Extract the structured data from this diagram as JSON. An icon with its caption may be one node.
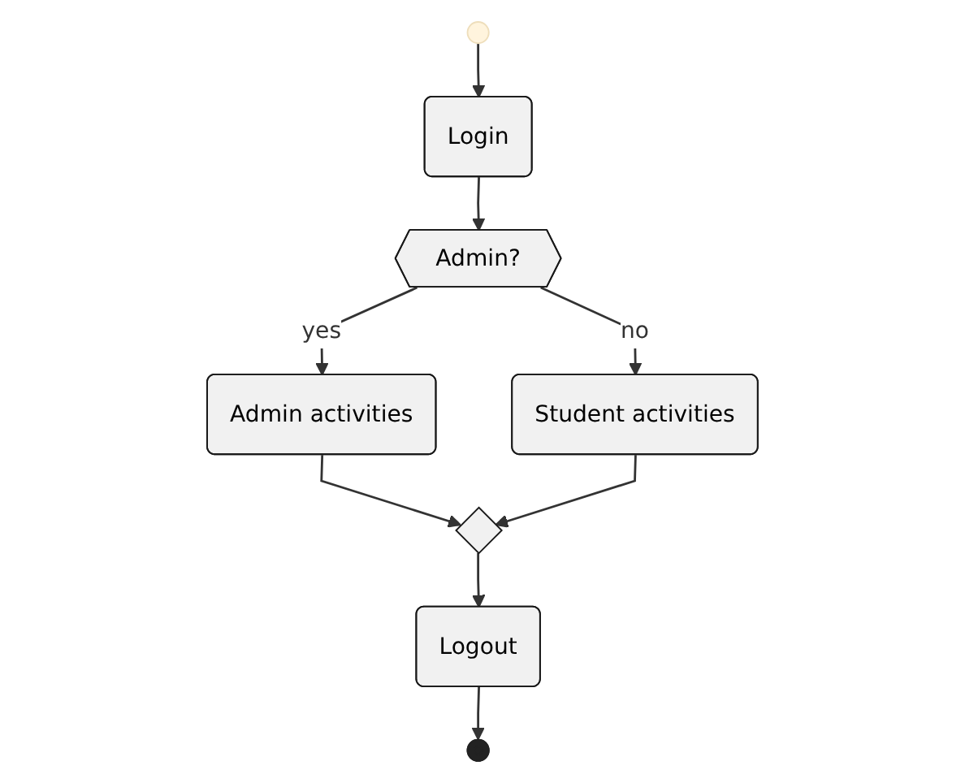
{
  "diagram": {
    "nodes": [
      {
        "text": [],
        "shape": "circle"
      },
      {
        "text": [
          "Login"
        ]
      },
      {
        "text": [
          "Admin?"
        ]
      },
      {
        "text": [
          "Admin activities"
        ]
      },
      {
        "text": [
          "Student activities"
        ]
      },
      {
        "text": [],
        "shape": "diamond"
      },
      {
        "text": [
          "Logout"
        ]
      },
      {
        "text": [],
        "shape": "circle"
      }
    ],
    "edges": [
      {
        "from": 0,
        "to": 1,
        "arrow": "to"
      },
      {
        "from": 1,
        "to": 2,
        "arrow": "to"
      },
      {
        "from": 2,
        "to": 3,
        "label": "yes",
        "arrow": "to"
      },
      {
        "from": 2,
        "to": 4,
        "label": "no",
        "arrow": "to"
      },
      {
        "from": 3,
        "to": 5,
        "arrow": "to"
      },
      {
        "from": 4,
        "to": 5,
        "arrow": "to"
      },
      {
        "from": 5,
        "to": 6,
        "arrow": "to"
      },
      {
        "from": 6,
        "to": 7,
        "arrow": "to"
      }
    ]
  }
}
